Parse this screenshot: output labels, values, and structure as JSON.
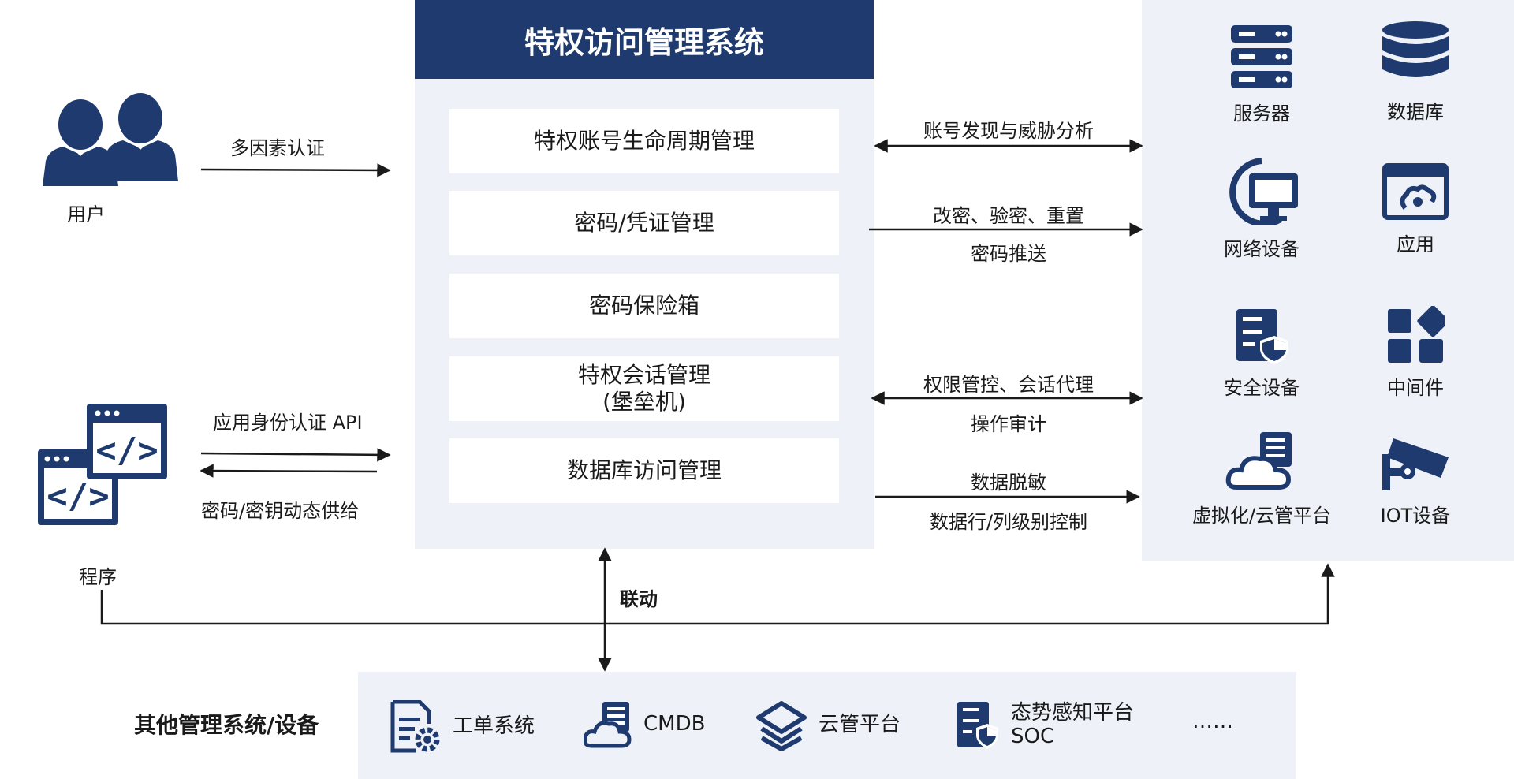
{
  "system": {
    "title": "特权访问管理系统",
    "modules": [
      {
        "line1": "特权账号生命周期管理",
        "line2": ""
      },
      {
        "line1": "密码/凭证管理",
        "line2": ""
      },
      {
        "line1": "密码保险箱",
        "line2": ""
      },
      {
        "line1": "特权会话管理",
        "line2": "(堡垒机)"
      },
      {
        "line1": "数据库访问管理",
        "line2": ""
      }
    ]
  },
  "left": {
    "user_label": "用户",
    "mfa_label": "多因素认证",
    "program_label": "程序",
    "app_auth_label": "应用身份认证 API",
    "cred_supply_label": "密码/密钥动态供给"
  },
  "flows": {
    "account_discovery": "账号发现与威胁分析",
    "password_ops": "改密、验密、重置",
    "password_push": "密码推送",
    "access_control": "权限管控、会话代理",
    "operation_audit": "操作审计",
    "data_masking": "数据脱敏",
    "row_column_control": "数据行/列级别控制",
    "linkage": "联动"
  },
  "targets": [
    {
      "label": "服务器",
      "icon": "server-icon"
    },
    {
      "label": "数据库",
      "icon": "database-icon"
    },
    {
      "label": "网络设备",
      "icon": "network-device-icon"
    },
    {
      "label": "应用",
      "icon": "application-icon"
    },
    {
      "label": "安全设备",
      "icon": "security-device-icon"
    },
    {
      "label": "中间件",
      "icon": "middleware-icon"
    },
    {
      "label": "虚拟化/云管平台",
      "icon": "cloud-server-icon"
    },
    {
      "label": "IOT设备",
      "icon": "camera-icon"
    }
  ],
  "bottom": {
    "heading": "其他管理系统/设备",
    "items": [
      {
        "label": "工单系统",
        "icon": "ticket-system-icon"
      },
      {
        "label": "CMDB",
        "icon": "cmdb-icon"
      },
      {
        "label": "云管平台",
        "icon": "layers-icon"
      },
      {
        "label": "态势感知平台",
        "label2": "SOC",
        "icon": "soc-icon"
      }
    ],
    "more": "……"
  },
  "colors": {
    "navy": "#1f3a6e",
    "panel": "#eef2f8",
    "text": "#1a1a1a"
  }
}
